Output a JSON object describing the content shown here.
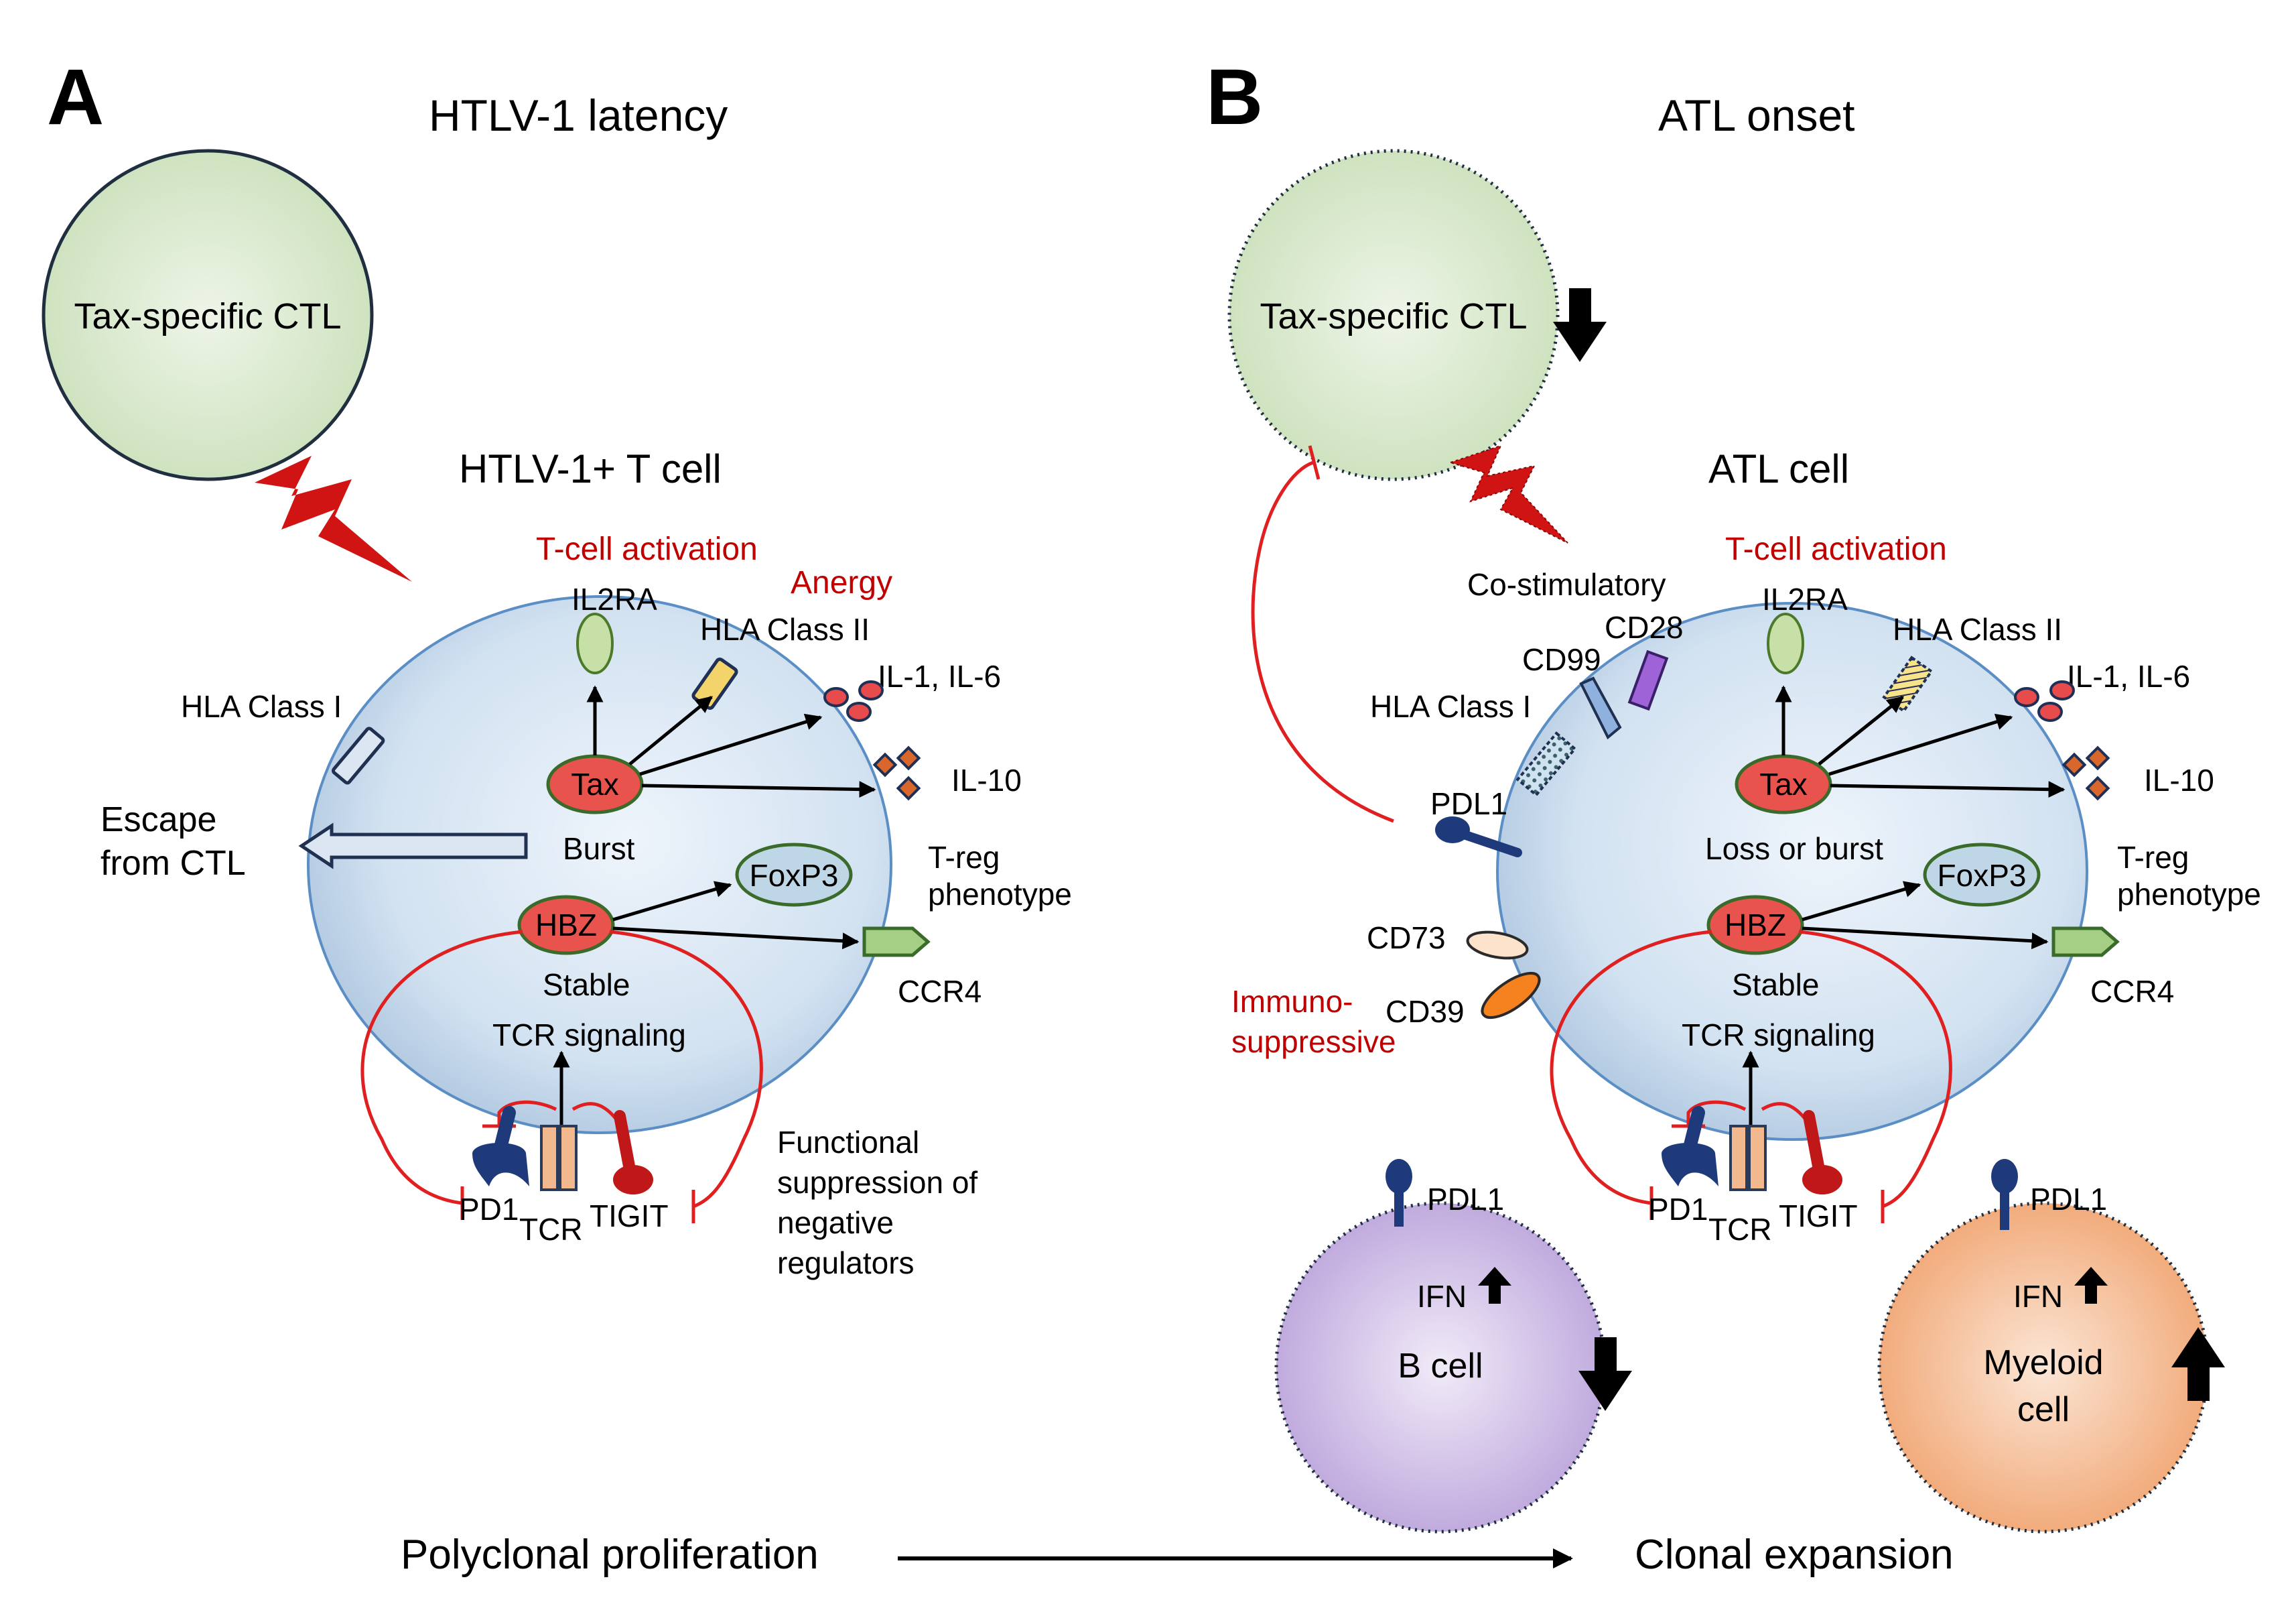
{
  "panel_a": {
    "letter": "A",
    "title": "HTLV-1 latency",
    "ctl_label": "Tax-specific CTL",
    "cell_title": "HTLV-1+ T cell",
    "t_cell_activation": "T-cell activation",
    "anergy": "Anergy",
    "il2ra": "IL2RA",
    "hla_class_ii": "HLA Class II",
    "hla_class_i": "HLA Class I",
    "il1_il6": "IL-1, IL-6",
    "il10": "IL-10",
    "tax": "Tax",
    "escape_line1": "Escape",
    "escape_line2": "from CTL",
    "burst": "Burst",
    "foxp3": "FoxP3",
    "treg_line1": "T-reg",
    "treg_line2": "phenotype",
    "hbz": "HBZ",
    "stable": "Stable",
    "ccr4": "CCR4",
    "tcr_signaling": "TCR signaling",
    "pd1": "PD1",
    "tcr": "TCR",
    "tigit": "TIGIT",
    "func_line1": "Functional",
    "func_line2": "suppression of",
    "func_line3": "negative",
    "func_line4": "regulators"
  },
  "panel_b": {
    "letter": "B",
    "title": "ATL onset",
    "ctl_label": "Tax-specific CTL",
    "cell_title": "ATL cell",
    "co_stimulatory": "Co-stimulatory",
    "cd28": "CD28",
    "cd99": "CD99",
    "hla_class_i": "HLA Class I",
    "t_cell_activation": "T-cell activation",
    "il2ra": "IL2RA",
    "hla_class_ii": "HLA Class II",
    "il1_il6": "IL-1, IL-6",
    "il10": "IL-10",
    "tax": "Tax",
    "pdl1": "PDL1",
    "loss_or_burst": "Loss or burst",
    "foxp3": "FoxP3",
    "treg_line1": "T-reg",
    "treg_line2": "phenotype",
    "cd73": "CD73",
    "hbz": "HBZ",
    "stable": "Stable",
    "ccr4": "CCR4",
    "immuno_line1": "Immuno-",
    "immuno_line2": "suppressive",
    "cd39": "CD39",
    "tcr_signaling": "TCR signaling",
    "pd1": "PD1",
    "tcr": "TCR",
    "tigit": "TIGIT",
    "bcell_pdl1": "PDL1",
    "bcell_ifn": "IFN",
    "bcell_label": "B cell",
    "myeloid_pdl1": "PDL1",
    "myeloid_ifn": "IFN",
    "myeloid_line1": "Myeloid",
    "myeloid_line2": "cell"
  },
  "footer": {
    "left": "Polyclonal proliferation",
    "right": "Clonal expansion"
  },
  "colors": {
    "red_text": "#c00000",
    "cell_fill": "#dce9f5",
    "cell_stroke": "#5b8ec4",
    "ctl_fill": "#dbe9d2",
    "tax_hbz_fill": "#e8544d",
    "bolt": "#d01414",
    "b_cell": "#c8b4e0",
    "myeloid_cell": "#f5b98a",
    "receptor_navy": "#1f3a7a"
  },
  "icons": [
    "lightning-bolt-icon",
    "down-arrow-icon",
    "up-arrow-icon",
    "inhibition-bar-icon"
  ]
}
